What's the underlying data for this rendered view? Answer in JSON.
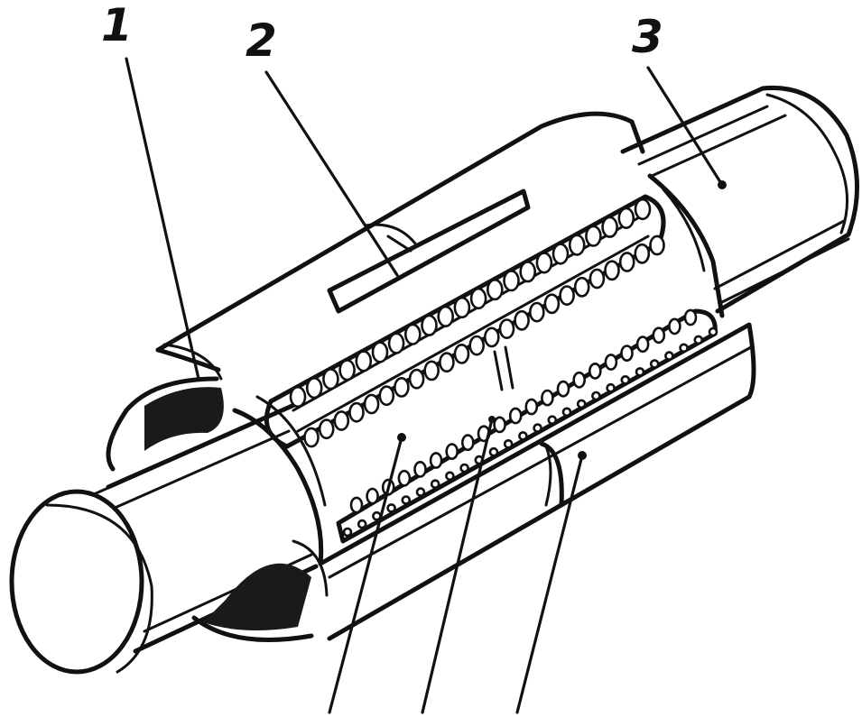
{
  "figure": {
    "callouts": [
      {
        "id": "1",
        "label": "1"
      },
      {
        "id": "2",
        "label": "2"
      },
      {
        "id": "3",
        "label": "3"
      }
    ],
    "colors": {
      "ink": "#111111",
      "paper": "#ffffff",
      "shade": "#1a1a1a"
    }
  }
}
